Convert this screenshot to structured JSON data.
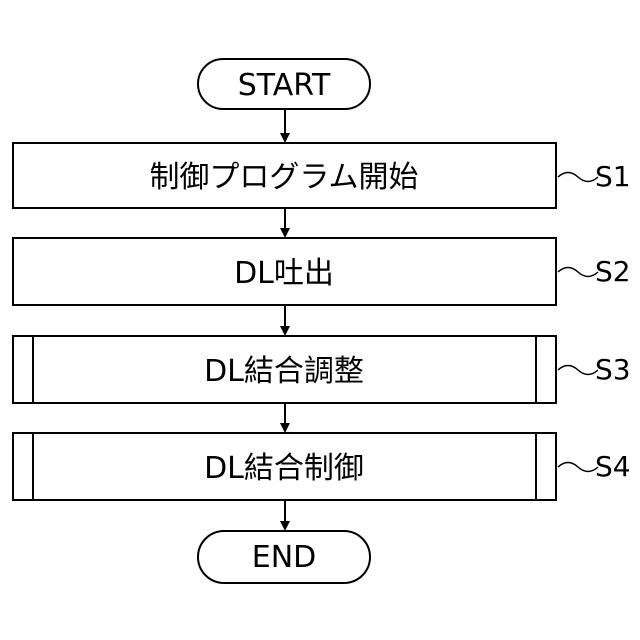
{
  "flowchart": {
    "start": "START",
    "end": "END",
    "steps": [
      {
        "id": "S1",
        "label": "制御プログラム開始",
        "kind": "process"
      },
      {
        "id": "S2",
        "label": "DL吐出",
        "kind": "process"
      },
      {
        "id": "S3",
        "label": "DL結合調整",
        "kind": "subroutine"
      },
      {
        "id": "S4",
        "label": "DL結合制御",
        "kind": "subroutine"
      }
    ]
  }
}
